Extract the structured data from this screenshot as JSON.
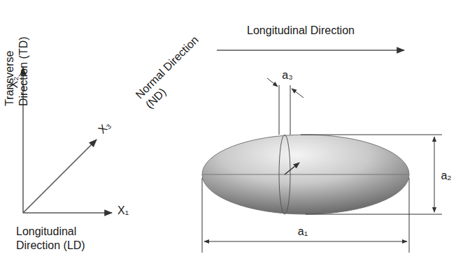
{
  "diagram": {
    "labels": [
      "Transverse Direction (TD)",
      "X₂",
      "Normal Direction (ND)",
      "X₃",
      "X₁",
      "Longitudinal Direction (LD)",
      "Longitudinal Direction",
      "a₃",
      "a₂",
      "a₁"
    ]
  }
}
